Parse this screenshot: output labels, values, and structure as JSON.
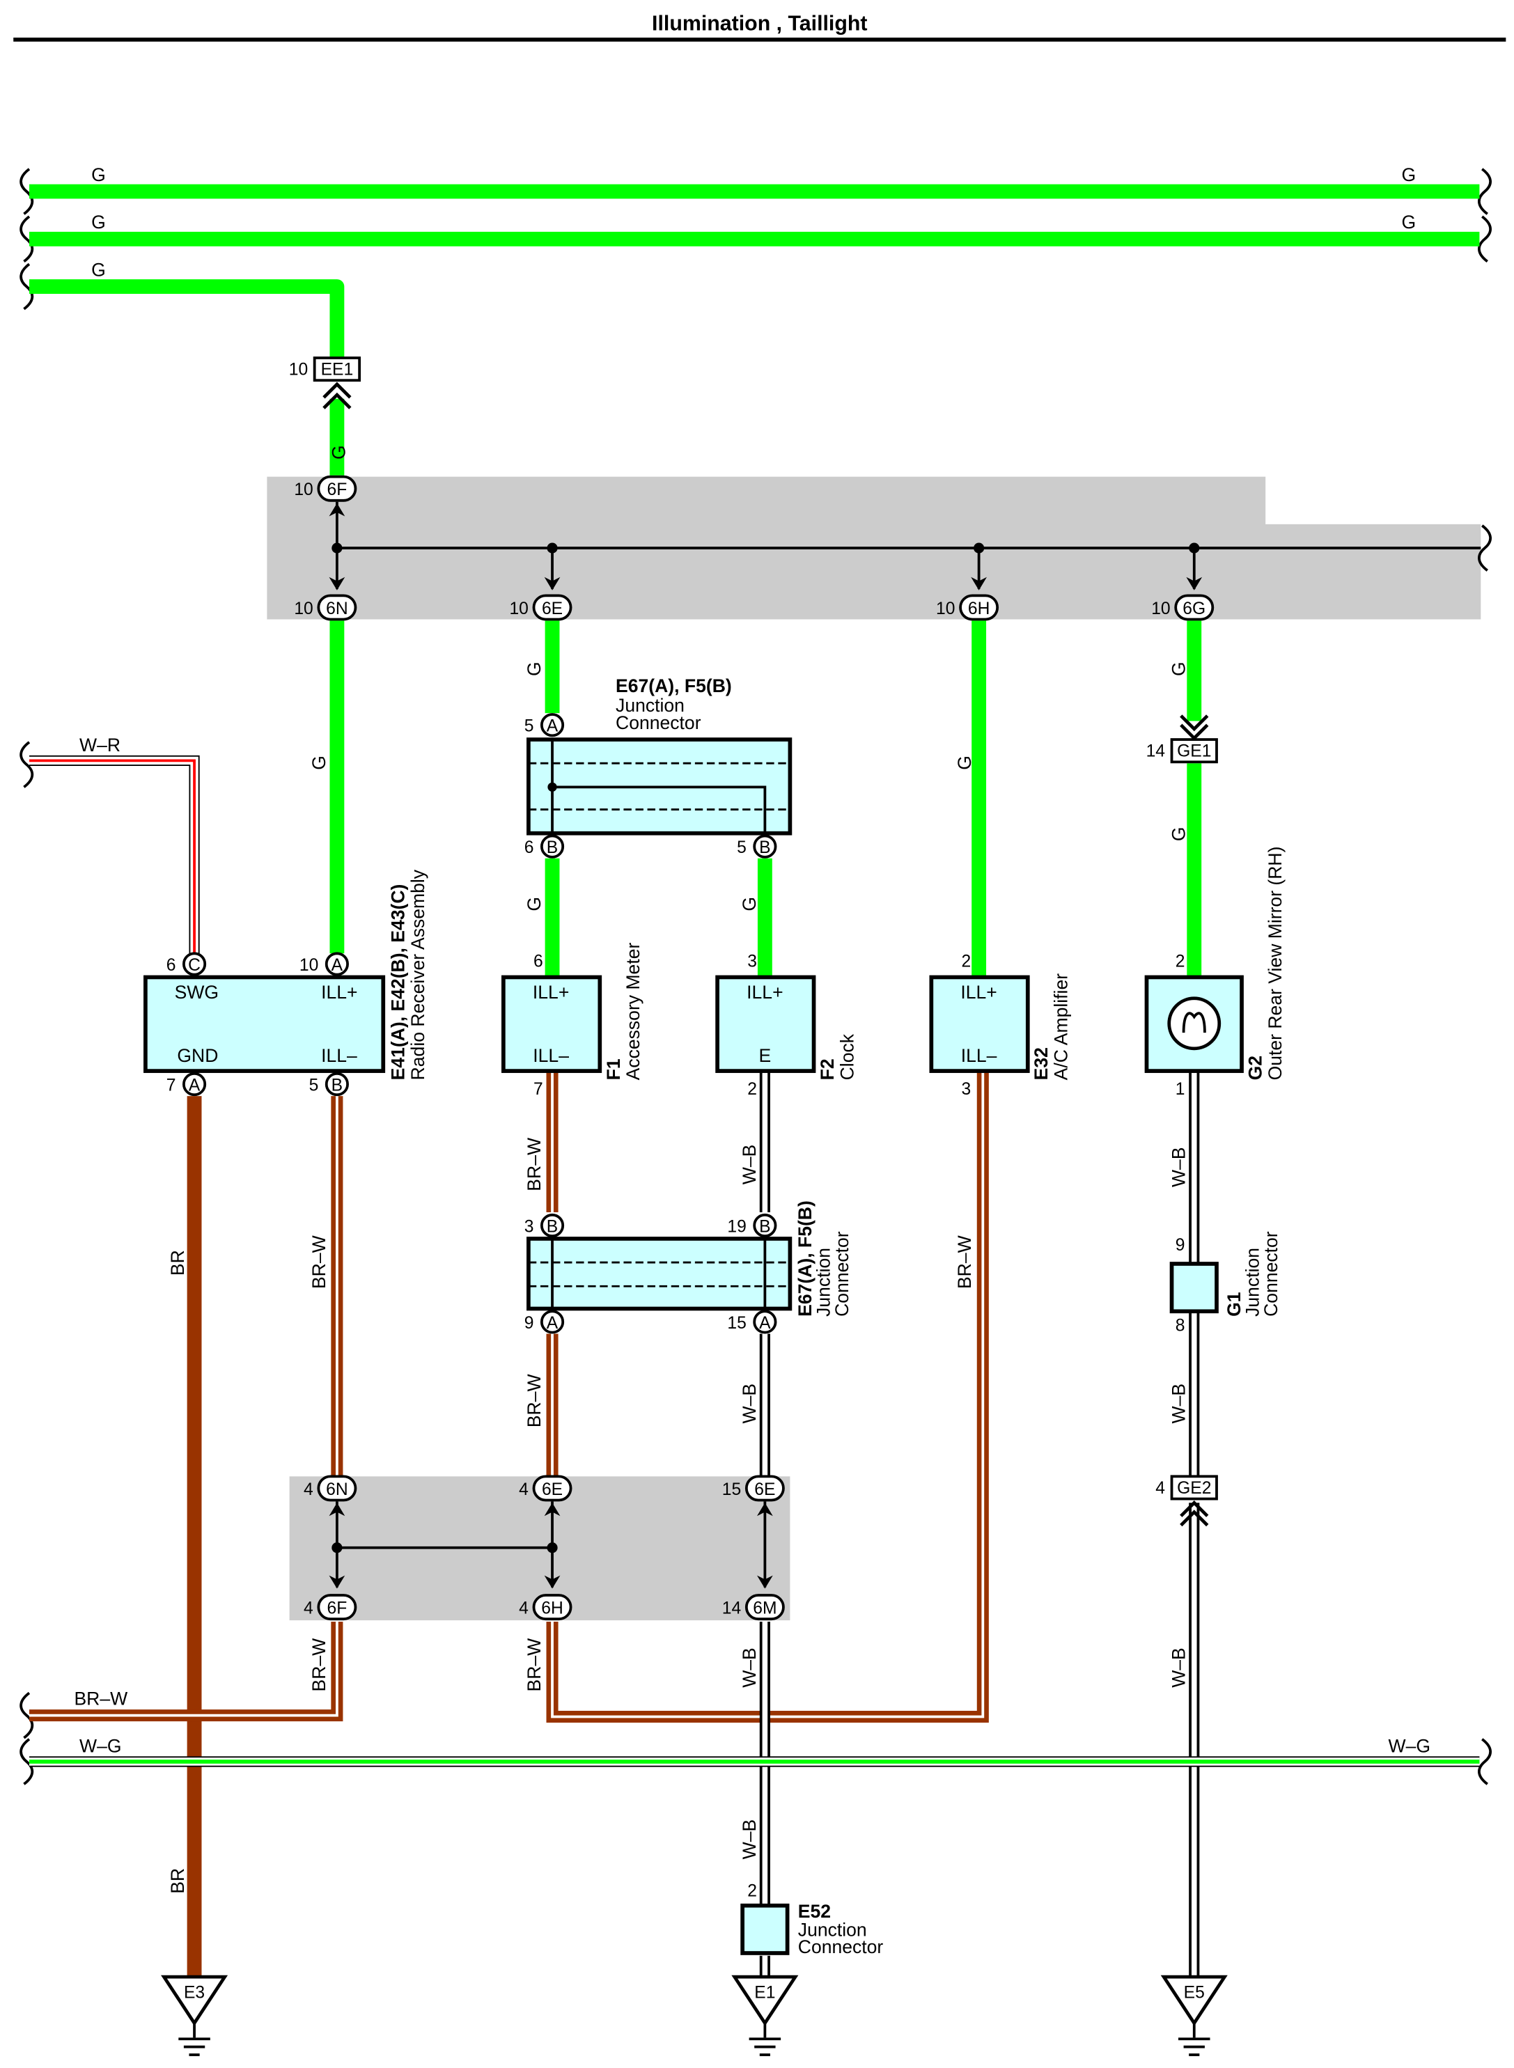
{
  "title": "Illumination , Taillight",
  "colors": {
    "green": "#00ff00",
    "brown": "#993300",
    "red": "#ff0000",
    "shaded_area": "#cccccc",
    "component_fill": "#ccffff",
    "outline": "#000000"
  },
  "wire_codes": {
    "g": "G",
    "w_r": "W–R",
    "br": "BR",
    "br_w": "BR–W",
    "w_b": "W–B",
    "w_g": "W–G"
  },
  "connectors": {
    "ee1": {
      "id": "EE1",
      "pin": "10"
    },
    "j6f_top": {
      "id": "6F",
      "pin": "10"
    },
    "j6n_top": {
      "id": "6N",
      "pin": "10"
    },
    "j6e_top": {
      "id": "6E",
      "pin": "10"
    },
    "j6h_top": {
      "id": "6H",
      "pin": "10"
    },
    "j6g_top": {
      "id": "6G",
      "pin": "10"
    },
    "ge1": {
      "id": "GE1",
      "pin": "14"
    },
    "ge2": {
      "id": "GE2",
      "pin": "4"
    },
    "j6n_bot": {
      "id": "6N",
      "pin": "4"
    },
    "j6e_bot_left": {
      "id": "6E",
      "pin": "4"
    },
    "j6e_bot_right": {
      "id": "6E",
      "pin": "15"
    },
    "j6f_bot": {
      "id": "6F",
      "pin": "4"
    },
    "j6h_bot": {
      "id": "6H",
      "pin": "4"
    },
    "j6m_bot": {
      "id": "6M",
      "pin": "14"
    }
  },
  "components": {
    "radio": {
      "code": "E41(A), E42(B), E43(C)",
      "name": "Radio Receiver Assembly",
      "terms": {
        "swg": "SWG",
        "ill_plus": "ILL+",
        "gnd": "GND",
        "ill_minus": "ILL–"
      },
      "pins": {
        "c": {
          "pin": "6",
          "letter": "C"
        },
        "a_top": {
          "pin": "10",
          "letter": "A"
        },
        "a_bot": {
          "pin": "7",
          "letter": "A"
        },
        "b_bot": {
          "pin": "5",
          "letter": "B"
        }
      }
    },
    "jc_top": {
      "code": "E67(A), F5(B)",
      "name_1": "Junction",
      "name_2": "Connector",
      "pins": {
        "a": {
          "pin": "5",
          "letter": "A"
        },
        "b_left": {
          "pin": "6",
          "letter": "B"
        },
        "b_right": {
          "pin": "5",
          "letter": "B"
        }
      }
    },
    "f1": {
      "code": "F1",
      "name": "Accessory Meter",
      "terms": {
        "top": "ILL+",
        "bottom": "ILL–"
      },
      "pin_top": "6",
      "pin_bottom": "7"
    },
    "f2": {
      "code": "F2",
      "name": "Clock",
      "terms": {
        "top": "ILL+",
        "bottom": "E"
      },
      "pin_top": "3",
      "pin_bottom": "2"
    },
    "e32": {
      "code": "E32",
      "name": "A/C Amplifier",
      "terms": {
        "top": "ILL+",
        "bottom": "ILL–"
      },
      "pin_top": "2",
      "pin_bottom": "3"
    },
    "g2": {
      "code": "G2",
      "name": "Outer Rear View Mirror (RH)",
      "pin_top": "2",
      "pin_bottom": "1"
    },
    "jc_mid": {
      "code": "E67(A), F5(B)",
      "name_1": "Junction",
      "name_2": "Connector",
      "pins": {
        "b_left": {
          "pin": "3",
          "letter": "B"
        },
        "b_right": {
          "pin": "19",
          "letter": "B"
        },
        "a_left": {
          "pin": "9",
          "letter": "A"
        },
        "a_right": {
          "pin": "15",
          "letter": "A"
        }
      }
    },
    "g1": {
      "code": "G1",
      "name_1": "Junction",
      "name_2": "Connector",
      "pin_top": "9",
      "pin_bottom": "8"
    },
    "e52": {
      "code": "E52",
      "name_1": "Junction",
      "name_2": "Connector",
      "pin": "2"
    }
  },
  "grounds": {
    "e3": "E3",
    "e1": "E1",
    "e5": "E5"
  }
}
